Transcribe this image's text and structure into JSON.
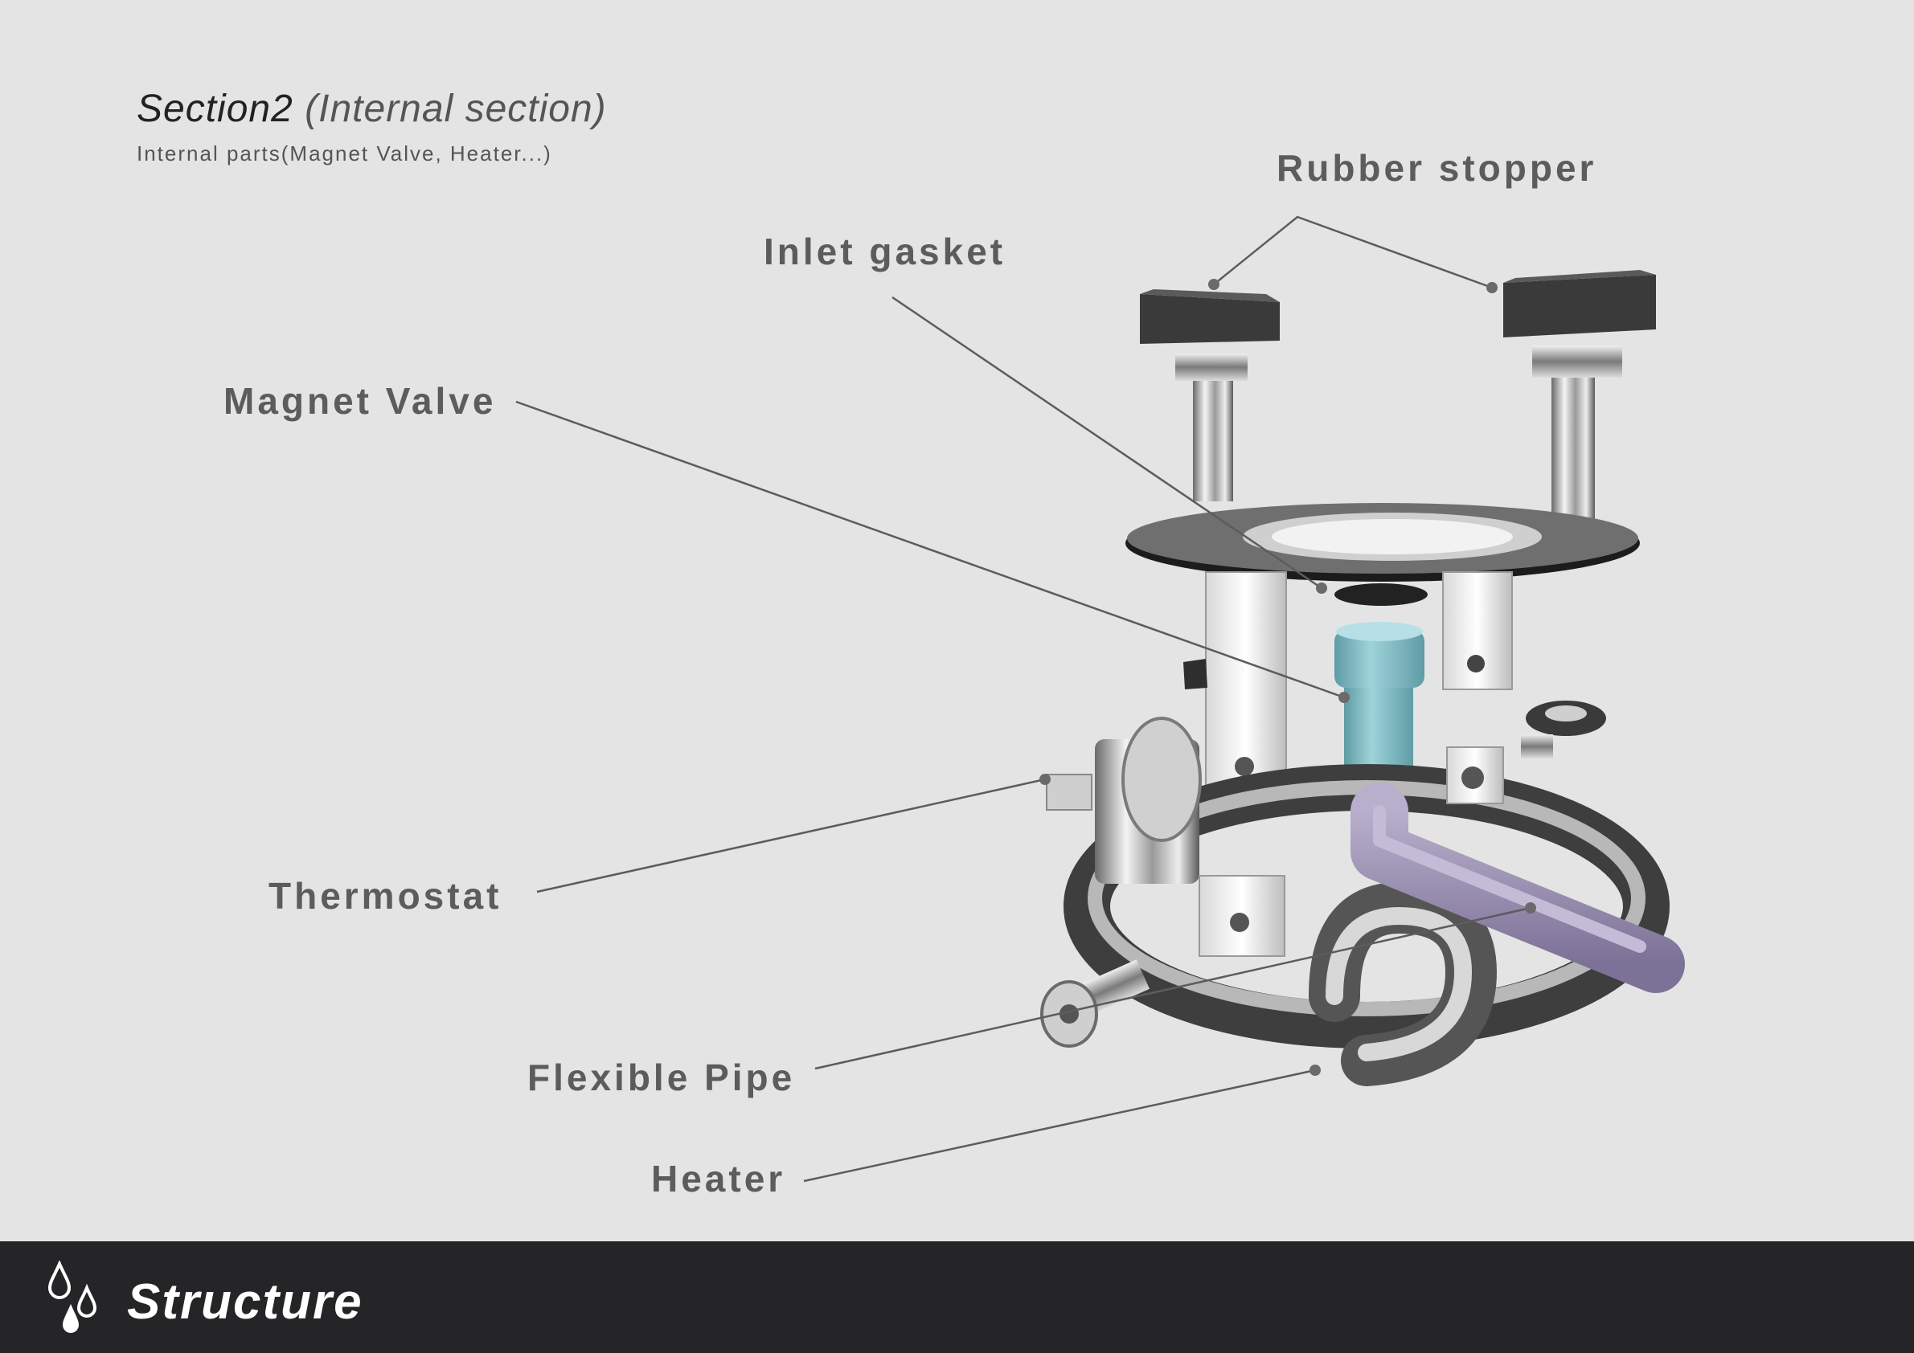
{
  "header": {
    "title_main": "Section2",
    "title_sub": "(Internal section)",
    "subtitle": "Internal parts(Magnet Valve, Heater...)"
  },
  "labels": {
    "rubber_stopper": "Rubber stopper",
    "inlet_gasket": "Inlet gasket",
    "magnet_valve": "Magnet Valve",
    "thermostat": "Thermostat",
    "flexible_pipe": "Flexible Pipe",
    "heater": "Heater"
  },
  "footer": {
    "title": "Structure",
    "icon": "water-drops-icon"
  },
  "colors": {
    "background": "#e4e4e4",
    "footer": "#252527",
    "valve": "#7fb7bf",
    "pipe": "#9a8fb0"
  }
}
